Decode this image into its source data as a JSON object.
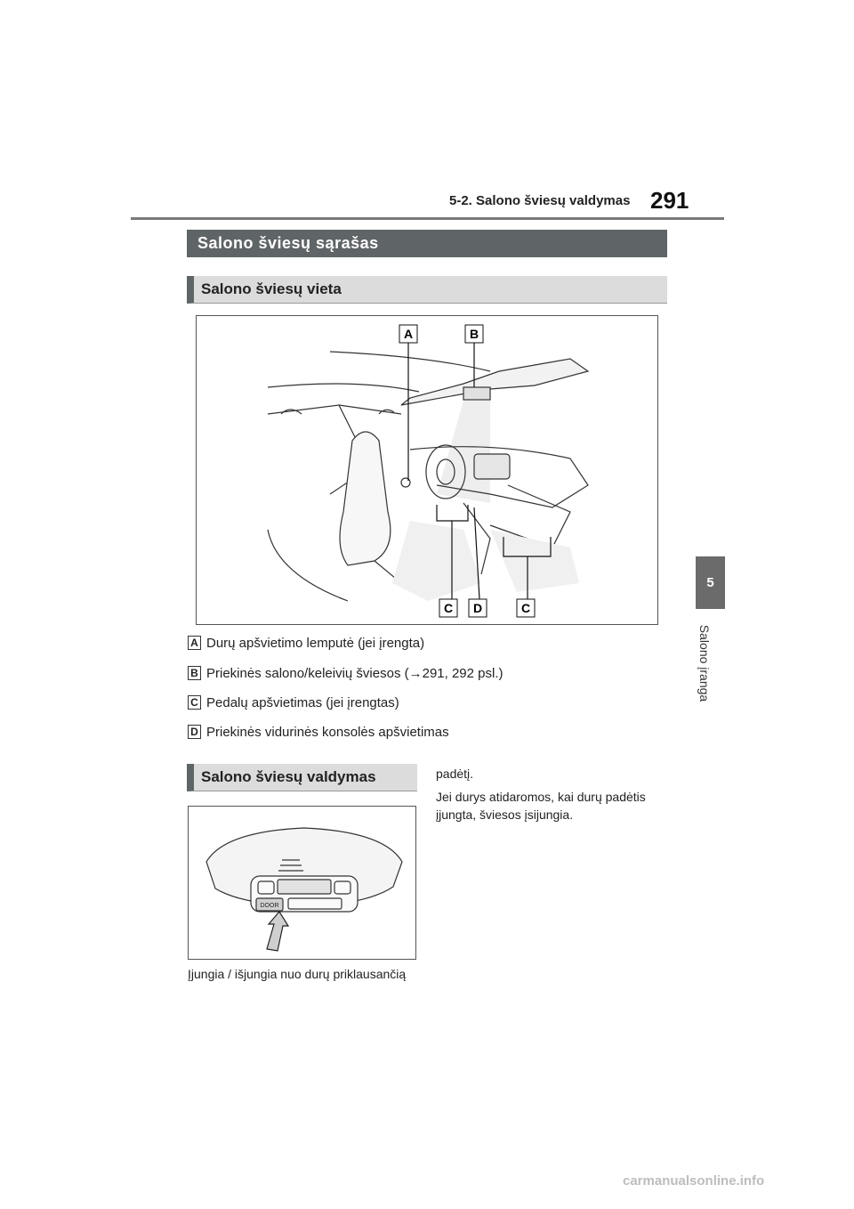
{
  "header": {
    "section": "5-2. Salono šviesų valdymas",
    "page_number": "291"
  },
  "side_tab": {
    "chapter_number": "5",
    "chapter_title": "Salono įranga"
  },
  "headings": {
    "main": "Salono šviesų sąrašas",
    "location": "Salono šviesų vieta",
    "control": "Salono šviesų valdymas"
  },
  "figure1": {
    "callouts": [
      "A",
      "B",
      "C",
      "D",
      "C"
    ]
  },
  "legend": [
    {
      "key": "A",
      "text": "Durų apšvietimo lemputė (jei įrengta)"
    },
    {
      "key": "B",
      "text": "Priekinės salono/keleivių šviesos (→291, 292 psl.)"
    },
    {
      "key": "C",
      "text": "Pedalų apšvietimas (jei įrengtas)"
    },
    {
      "key": "D",
      "text": "Priekinės vidurinės konsolės apšvietimas"
    }
  ],
  "figure2": {
    "door_label": "DOOR"
  },
  "caption": "Įjungia / išjungia nuo durų priklausančią",
  "right_column": {
    "line1": "padėtį.",
    "line2": "Jei durys atidaromos, kai durų padėtis įjungta, šviesos įsijungia."
  },
  "watermark": "carmanualsonline.info"
}
